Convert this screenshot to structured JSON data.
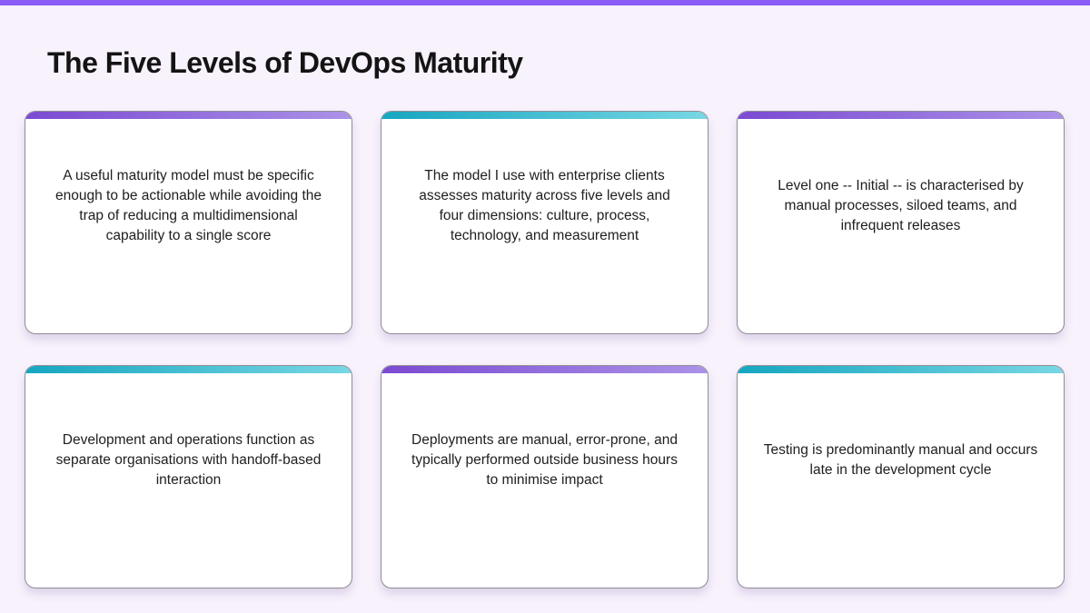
{
  "page": {
    "title": "The Five Levels of DevOps Maturity",
    "background_color": "#f8f2fc",
    "top_strip_color": "#8b5cf6"
  },
  "accent_colors": {
    "purple": {
      "from": "#7b4ad2",
      "to": "#ab92e8"
    },
    "teal": {
      "from": "#16a6c0",
      "to": "#78d7e4"
    }
  },
  "cards": [
    {
      "accent": "purple",
      "text": "A useful maturity model must be specific enough to be actionable while avoiding the trap of reducing a multidimensional capability to a single score"
    },
    {
      "accent": "teal",
      "text": "The model I use with enterprise clients assesses maturity across five levels and four dimensions: culture, process, technology, and measurement"
    },
    {
      "accent": "purple",
      "text": "Level one -- Initial -- is characterised by manual processes, siloed teams, and infrequent releases"
    },
    {
      "accent": "teal",
      "text": "Development and operations function as separate organisations with handoff-based interaction"
    },
    {
      "accent": "purple",
      "text": "Deployments are manual, error-prone, and typically performed outside business hours to minimise impact"
    },
    {
      "accent": "teal",
      "text": "Testing is predominantly manual and occurs late in the development cycle"
    }
  ]
}
